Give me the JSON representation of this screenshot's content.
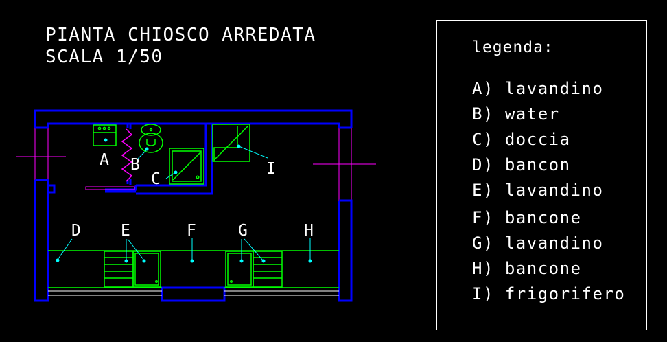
{
  "title": {
    "line1": "PIANTA CHIOSCO ARREDATA",
    "line2": "SCALA 1/50"
  },
  "plan_labels": {
    "A": "A",
    "B": "B",
    "C": "C",
    "D": "D",
    "E": "E",
    "F": "F",
    "G": "G",
    "H": "H",
    "I": "I"
  },
  "legend": {
    "title": "legenda:",
    "items": [
      "A) lavandino",
      "B) water",
      "C) doccia",
      "D) bancon",
      "E) lavandino",
      "F) bancone",
      "G) lavandino",
      "H) bancone",
      "I) frigorifero"
    ]
  },
  "colors": {
    "background": "#000000",
    "walls": "#0000ff",
    "furniture": "#00ff00",
    "markers": "#00ffff",
    "partition": "#ff00ff",
    "text": "#ffffff"
  }
}
